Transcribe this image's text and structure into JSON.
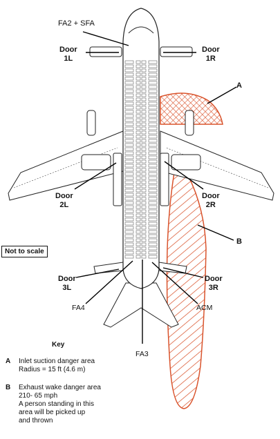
{
  "labels": {
    "fa2_sfa": "FA2 + SFA",
    "door_1l": [
      "Door",
      "1L"
    ],
    "door_1r": [
      "Door",
      "1R"
    ],
    "door_2l": [
      "Door",
      "2L"
    ],
    "door_2r": [
      "Door",
      "2R"
    ],
    "door_3l": [
      "Door",
      "3L"
    ],
    "door_3r": [
      "Door",
      "3R"
    ],
    "fa3": "FA3",
    "fa4": "FA4",
    "acm": "ACM",
    "area_a": "A",
    "area_b": "B",
    "not_to_scale": "Not to scale"
  },
  "key": {
    "title": "Key",
    "items": [
      {
        "letter": "A",
        "lines": [
          "Inlet suction danger area",
          "Radius = 15 ft (4.6 m)"
        ]
      },
      {
        "letter": "B",
        "lines": [
          "Exhaust wake danger area",
          "210- 65 mph",
          "A person standing in this",
          "area will be picked up",
          "and thrown"
        ]
      }
    ]
  },
  "colors": {
    "hazard": "#d9532c",
    "outline": "#222222"
  }
}
